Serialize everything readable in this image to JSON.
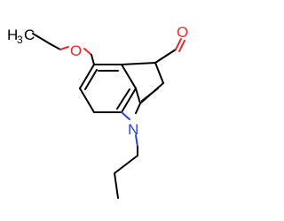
{
  "molecule": {
    "colors": {
      "carbon_bond": "#000000",
      "oxygen": "#e52b2b",
      "nitrogen": "#2b3fe5",
      "background": "#ffffff"
    },
    "labels": {
      "methyl_h": "H",
      "methyl_sub": "3",
      "methyl_c": "C",
      "ether_oxygen": "O",
      "aldehyde_oxygen": "O",
      "ring_nitrogen": "N"
    }
  }
}
